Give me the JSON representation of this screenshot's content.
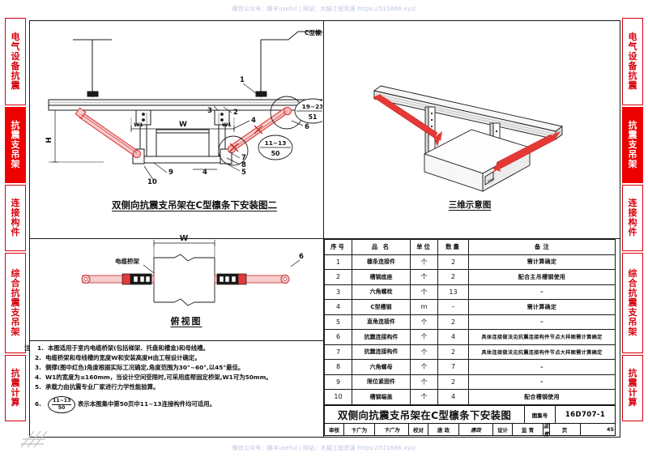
{
  "watermark": {
    "text": "微信公众号：豚羊useful  |  网站：大猫工程资源  https://521686.xyz/"
  },
  "side_tabs": {
    "items": [
      {
        "label": "电气设备抗震",
        "chars": [
          "电",
          "气",
          "设",
          "备",
          "抗",
          "震"
        ],
        "active": false
      },
      {
        "label": "抗震支吊架",
        "chars": [
          "抗",
          "震",
          "支",
          "吊",
          "架"
        ],
        "active": true
      },
      {
        "label": "连接构件",
        "chars": [
          "连",
          "接",
          "构",
          "件"
        ],
        "active": false
      },
      {
        "label": "综合抗震支吊架",
        "chars": [
          "综",
          "合",
          "抗",
          "震",
          "支",
          "吊",
          "架"
        ],
        "active": false
      },
      {
        "label": "抗震计算",
        "chars": [
          "抗",
          "震",
          "计",
          "算"
        ],
        "active": false
      }
    ]
  },
  "figures": {
    "elevation": {
      "caption": "双侧向抗震支吊架在C型檩条下安装图二",
      "labels": {
        "purlin": "C型檩条",
        "height": "H",
        "width_main": "W",
        "width_side_left": "W1",
        "width_side_right": "W1",
        "part_1": "1",
        "part_2": "2",
        "part_3": "3",
        "part_4a": "4",
        "part_4b": "4",
        "part_5": "5",
        "part_6": "6",
        "part_7": "7",
        "part_8": "8",
        "part_9": "9",
        "part_10": "10"
      },
      "bubbles": [
        {
          "top": "19~23",
          "bottom": "51"
        },
        {
          "top": "11~13",
          "bottom": "50"
        }
      ]
    },
    "isometric": {
      "caption": "三维示意图"
    },
    "plan": {
      "caption": "俯视图",
      "labels": {
        "tray": "电缆桥架",
        "width": "W",
        "part_6": "6"
      }
    }
  },
  "notes": {
    "head": "注",
    "items": [
      {
        "no": "1.",
        "text": "本图适用于室内电缆桥架(包括梯架、托盘和槽盒)和母线槽。"
      },
      {
        "no": "2.",
        "text": "电缆桥架和母线槽的宽度W和安装高度H由工程设计确定。"
      },
      {
        "no": "3.",
        "text": "侧撑(图中红色)角度根据实际工况确定,角度范围为30°~60°,以45°最佳。"
      },
      {
        "no": "4.",
        "text": "W1的宽度为≤160mm，当设计空间受限时,可采用底帮固定桥架,W1可为50mm。"
      },
      {
        "no": "5.",
        "text": "承载力由抗震专业厂家进行力学性能验算。"
      },
      {
        "no": "6.",
        "bubble_top": "11~13",
        "bubble_bottom": "50",
        "text": "表示本图集中第50页中11~13连接构件均可适用。"
      }
    ]
  },
  "bom": {
    "headers": [
      "序号",
      "品  名",
      "单位",
      "数量",
      "备    注"
    ],
    "rows": [
      {
        "no": "1",
        "name": "檩条连接件",
        "unit": "个",
        "qty": "2",
        "remark": "需计算确定"
      },
      {
        "no": "2",
        "name": "槽钢底座",
        "unit": "个",
        "qty": "2",
        "remark": "配合主吊槽钢使用"
      },
      {
        "no": "3",
        "name": "六角螺栓",
        "unit": "个",
        "qty": "13",
        "remark": "–"
      },
      {
        "no": "4",
        "name": "C型槽钢",
        "unit": "m",
        "qty": "–",
        "remark": "需计算确定"
      },
      {
        "no": "5",
        "name": "直角连接件",
        "unit": "个",
        "qty": "2",
        "remark": "–"
      },
      {
        "no": "6",
        "name": "抗震连接构件",
        "unit": "个",
        "qty": "4",
        "remark": "具体连接做法见抗震连接构件节点大样图需计算确定"
      },
      {
        "no": "7",
        "name": "抗震连接构件",
        "unit": "个",
        "qty": "2",
        "remark": "具体连接做法见抗震连接构件节点大样图需计算确定"
      },
      {
        "no": "8",
        "name": "六角螺母",
        "unit": "个",
        "qty": "7",
        "remark": "–"
      },
      {
        "no": "9",
        "name": "限位紧固件",
        "unit": "个",
        "qty": "2",
        "remark": "–"
      },
      {
        "no": "10",
        "name": "槽钢端盖",
        "unit": "个",
        "qty": "4",
        "remark": "配合槽钢使用"
      }
    ]
  },
  "title_block": {
    "title": "双侧向抗震支吊架在C型檩条下安装图",
    "set_label": "图集号",
    "set_no": "16D707-1",
    "review_label": "审核",
    "review_name": "卞广为",
    "review_sign": "卞广为",
    "check_label": "校对",
    "check_name": "唐 政",
    "check_sign": "唐政",
    "design_label": "设计",
    "design_name": "监 青",
    "design_sign": "监青",
    "page_label": "页",
    "page_no": "45"
  },
  "colors": {
    "accent_red": "#d8000c",
    "active_red": "#ee0000",
    "brace_red": "#e03a3a",
    "line_black": "#1a1a1a",
    "watermark_blue": "#b9c4dd"
  }
}
